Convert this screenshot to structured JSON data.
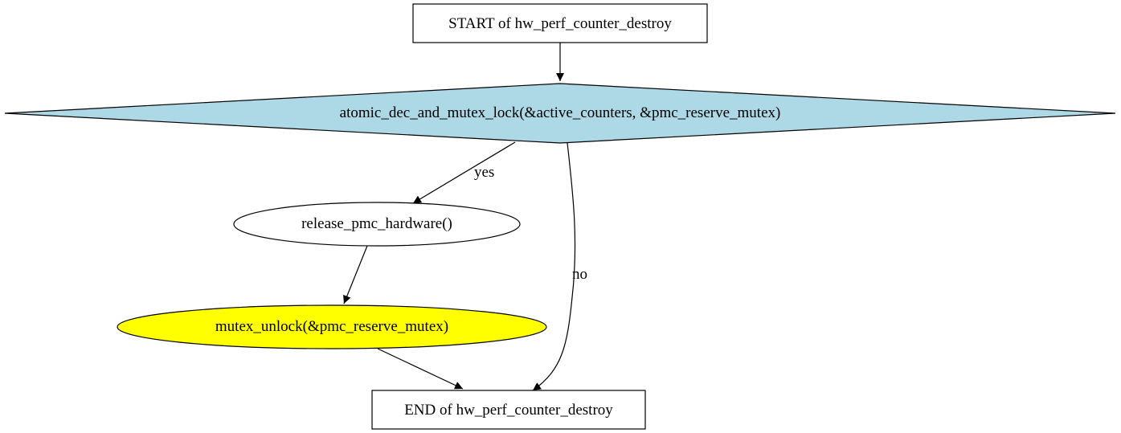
{
  "nodes": {
    "start": {
      "label": "START of hw_perf_counter_destroy",
      "shape": "box",
      "fill": "#ffffff"
    },
    "decision": {
      "label": "atomic_dec_and_mutex_lock(&active_counters, &pmc_reserve_mutex)",
      "shape": "diamond",
      "fill": "#add8e6"
    },
    "release": {
      "label": "release_pmc_hardware()",
      "shape": "ellipse",
      "fill": "#ffffff"
    },
    "unlock": {
      "label": "mutex_unlock(&pmc_reserve_mutex)",
      "shape": "ellipse",
      "fill": "#ffff00"
    },
    "end": {
      "label": "END of hw_perf_counter_destroy",
      "shape": "box",
      "fill": "#ffffff"
    }
  },
  "edges": {
    "yes": {
      "from": "decision",
      "to": "release",
      "label": "yes"
    },
    "no": {
      "from": "decision",
      "to": "end",
      "label": "no"
    },
    "start_to_decision": {
      "from": "start",
      "to": "decision"
    },
    "release_to_unlock": {
      "from": "release",
      "to": "unlock"
    },
    "unlock_to_end": {
      "from": "unlock",
      "to": "end"
    }
  }
}
